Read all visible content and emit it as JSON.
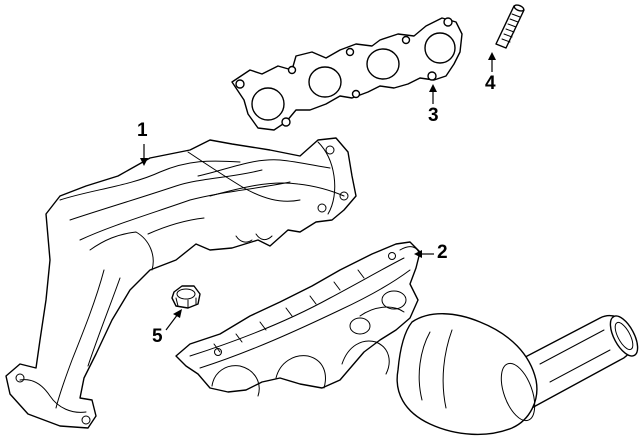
{
  "diagram": {
    "callouts": [
      {
        "id": "1",
        "label": "1",
        "part": "exhaust-manifold-left"
      },
      {
        "id": "2",
        "label": "2",
        "part": "exhaust-manifold-right"
      },
      {
        "id": "3",
        "label": "3",
        "part": "manifold-gasket"
      },
      {
        "id": "4",
        "label": "4",
        "part": "manifold-stud"
      },
      {
        "id": "5",
        "label": "5",
        "part": "manifold-nut"
      }
    ]
  }
}
